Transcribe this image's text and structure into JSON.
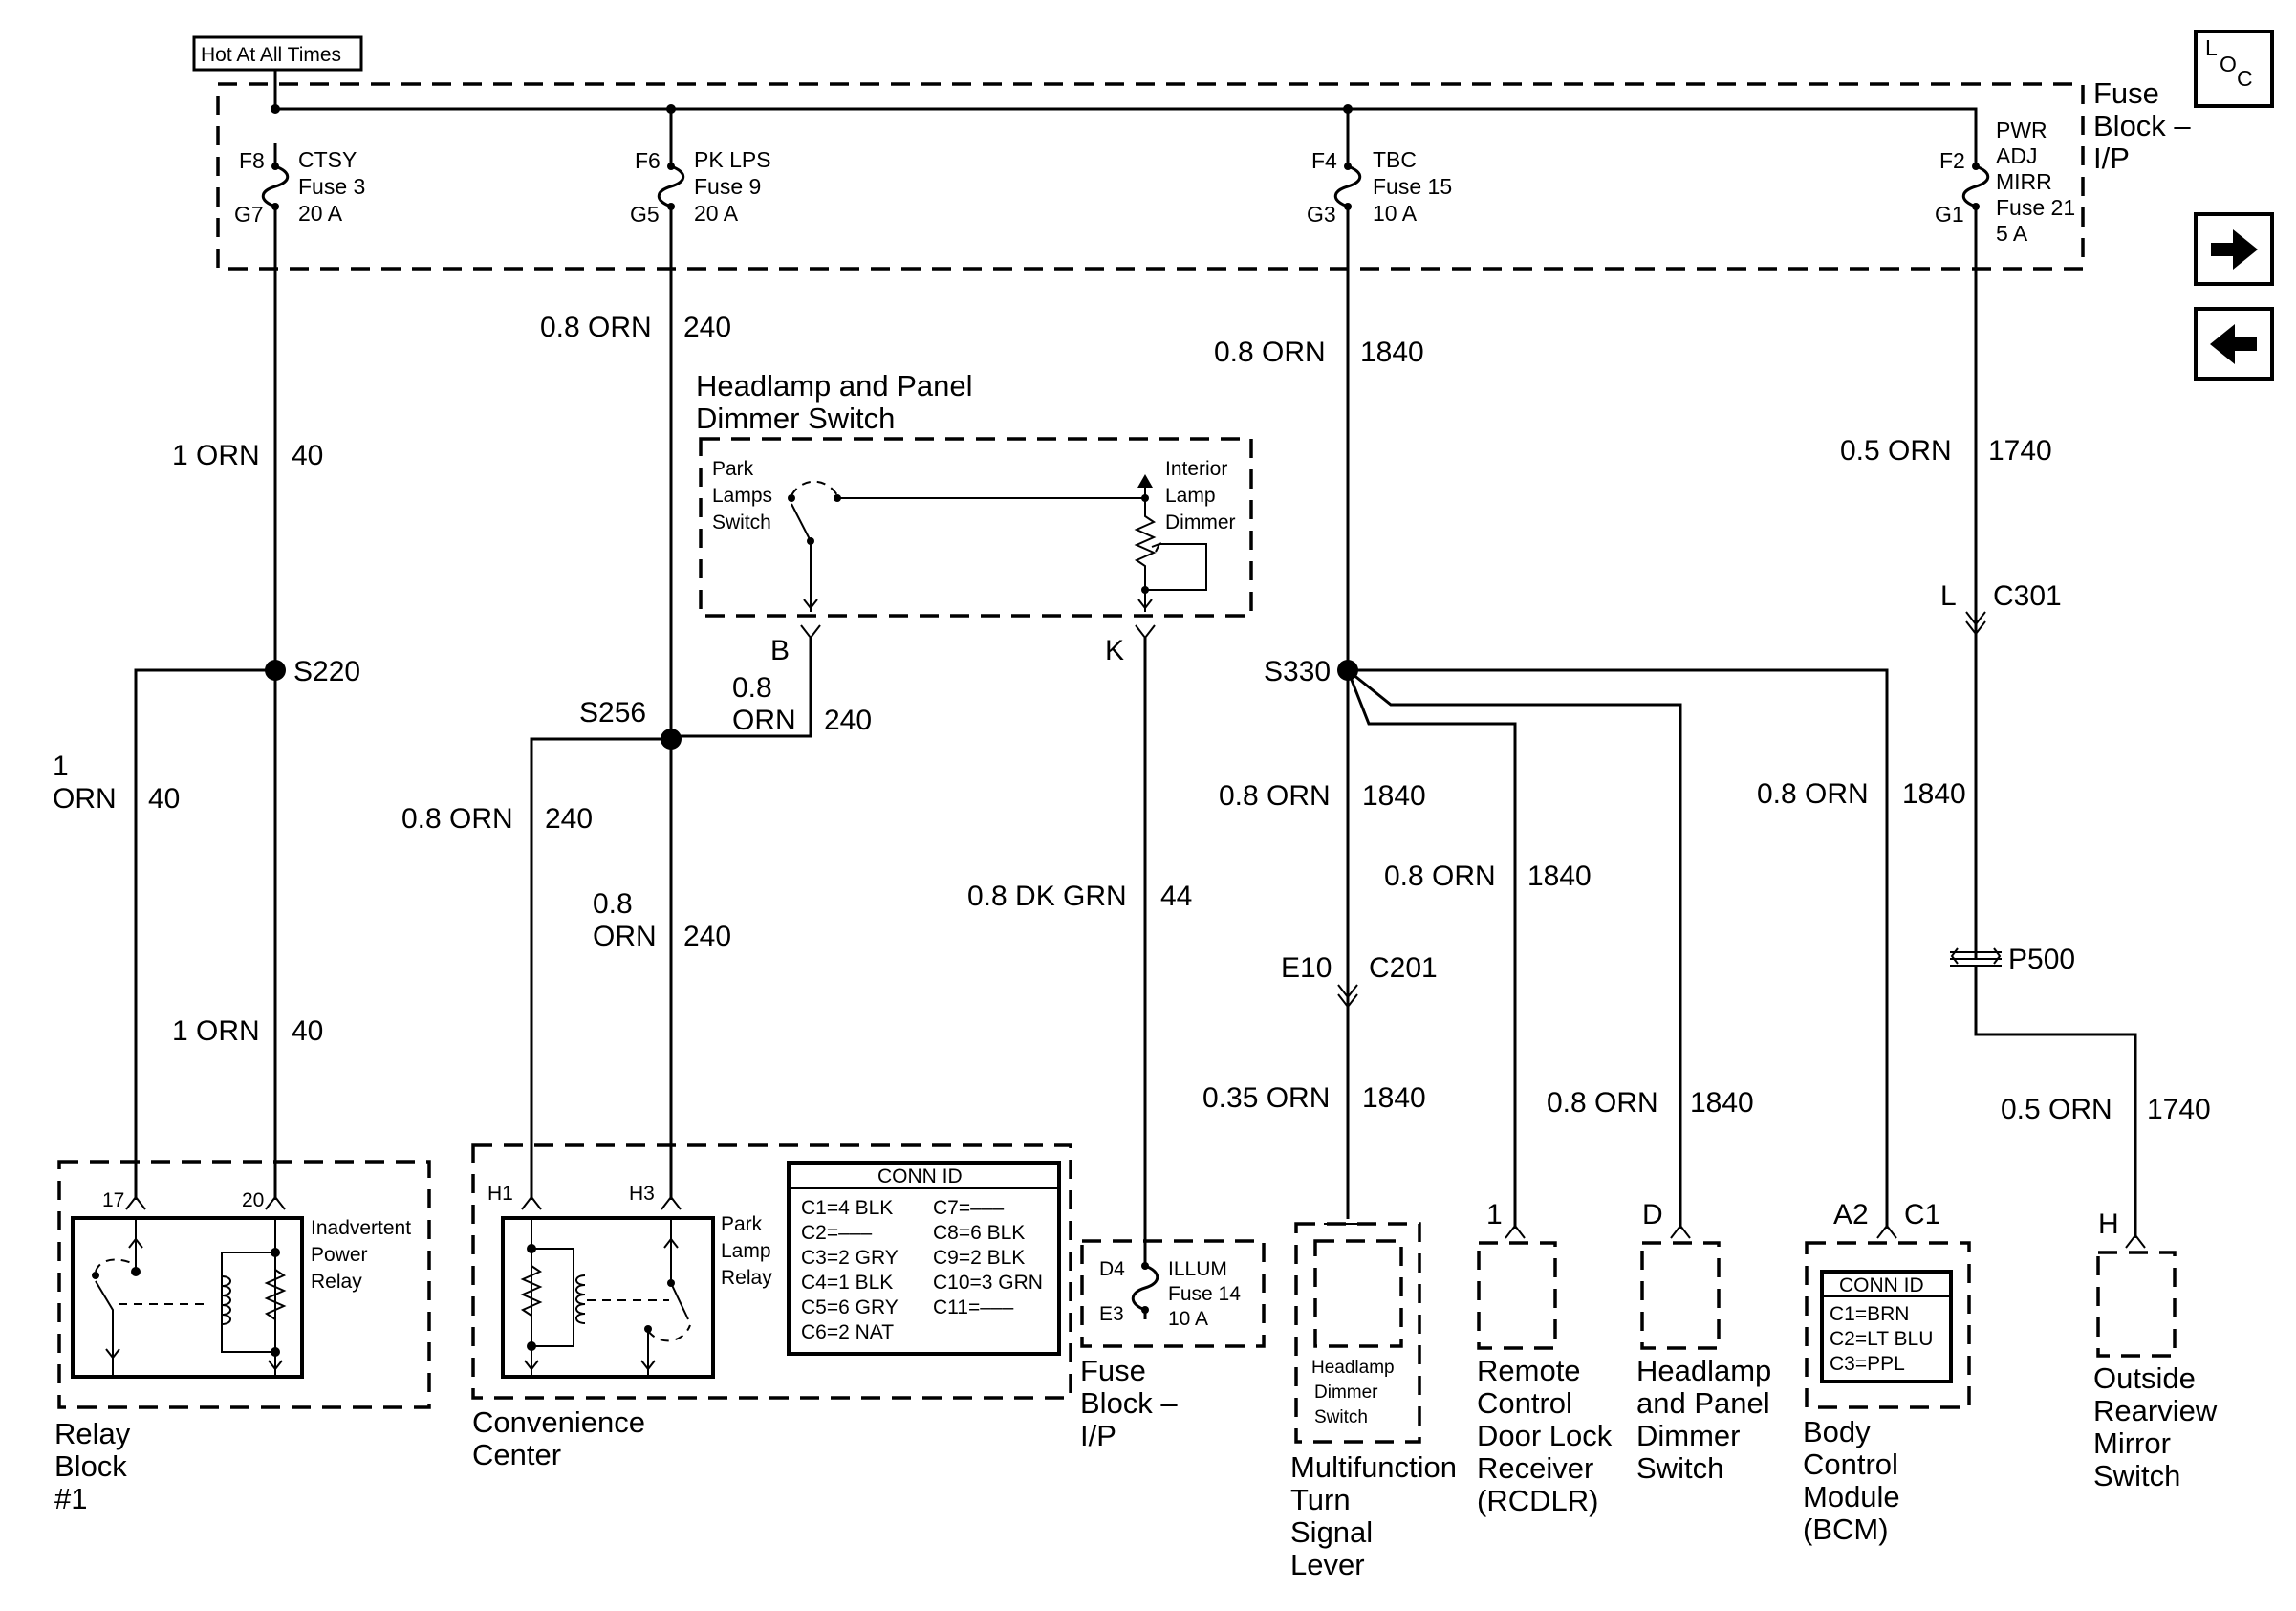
{
  "header": {
    "hot_label": "Hot At All Times",
    "loc_l": "L",
    "loc_o": "O",
    "loc_c": "C",
    "fuse_block": [
      "Fuse",
      "Block –",
      "I/P"
    ]
  },
  "nav": {
    "forward_icon": "arrow-right-icon",
    "back_icon": "arrow-left-icon"
  },
  "fuses": {
    "f8": {
      "in": "F8",
      "out": "G7",
      "lines": [
        "CTSY",
        "Fuse 3",
        "20 A"
      ]
    },
    "f6": {
      "in": "F6",
      "out": "G5",
      "lines": [
        "PK LPS",
        "Fuse 9",
        "20 A"
      ]
    },
    "f4": {
      "in": "F4",
      "out": "G3",
      "lines": [
        "TBC",
        "Fuse 15",
        "10 A"
      ]
    },
    "f2": {
      "in": "F2",
      "out": "G1",
      "lines": [
        "PWR",
        "ADJ",
        "MIRR",
        "Fuse 21",
        "5 A"
      ]
    }
  },
  "wires": {
    "w1_color": "1 ORN",
    "w1_circ": "40",
    "w2_color": "0.8 ORN",
    "w2_circ": "240",
    "w3_color": "0.8 ORN",
    "w3_circ": "1840",
    "w4_color": "0.5 ORN",
    "w4_circ": "1740",
    "w5_color": "1 ORN",
    "w5_circ": "40",
    "w6_line1": "1",
    "w6_line2": "ORN",
    "w6_circ": "40",
    "w7_line1": "0.8",
    "w7_line2": "ORN",
    "w7_circ": "240",
    "w8_color": "0.8 ORN",
    "w8_circ": "240",
    "w9_line1": "0.8",
    "w9_line2": "ORN",
    "w9_circ": "240",
    "w10_color": "0.8 DK GRN",
    "w10_circ": "44",
    "w11_color": "0.8 ORN",
    "w11_circ": "1840",
    "w12_color": "0.8 ORN",
    "w12_circ": "1840",
    "w13_color": "0.8 ORN",
    "w13_circ": "1840",
    "w14_color": "0.35 ORN",
    "w14_circ": "1840",
    "w15_color": "0.8 ORN",
    "w15_circ": "1840",
    "w16_color": "0.5 ORN",
    "w16_circ": "1740"
  },
  "splices": {
    "s220": "S220",
    "s256": "S256",
    "s330": "S330"
  },
  "connectors": {
    "l": "L",
    "c301": "C301",
    "e10": "E10",
    "c201": "C201",
    "p500": "P500",
    "b": "B",
    "k": "K"
  },
  "switch": {
    "title": [
      "Headlamp and Panel",
      "Dimmer Switch"
    ],
    "park": [
      "Park",
      "Lamps",
      "Switch"
    ],
    "interior": [
      "Interior",
      "Lamp",
      "Dimmer"
    ]
  },
  "relay_block": {
    "pin17": "17",
    "pin20": "20",
    "relay": [
      "Inadvertent",
      "Power",
      "Relay"
    ],
    "name": [
      "Relay",
      "Block",
      "#1"
    ]
  },
  "convenience": {
    "h1": "H1",
    "h3": "H3",
    "relay": [
      "Park",
      "Lamp",
      "Relay"
    ],
    "name": [
      "Convenience",
      "Center"
    ],
    "conn_title": "CONN ID",
    "conn_left": [
      "C1=4 BLK",
      "C2=–––",
      "C3=2 GRY",
      "C4=1 BLK",
      "C5=6 GRY",
      "C6=2 NAT"
    ],
    "conn_right": [
      "C7=–––",
      "C8=6 BLK",
      "C9=2 BLK",
      "C10=3 GRN",
      "C11=–––"
    ]
  },
  "fuse14": {
    "d4": "D4",
    "e3": "E3",
    "lines": [
      "ILLUM",
      "Fuse 14",
      "10 A"
    ],
    "name": [
      "Fuse",
      "Block –",
      "I/P"
    ]
  },
  "multifunction": {
    "inner": [
      "Headlamp",
      "Dimmer",
      "Switch"
    ],
    "name": [
      "Multifunction",
      "Turn",
      "Signal",
      "Lever"
    ]
  },
  "rcdlr": {
    "pin": "1",
    "name": [
      "Remote",
      "Control",
      "Door Lock",
      "Receiver",
      "(RCDLR)"
    ]
  },
  "hpds": {
    "pin": "D",
    "name": [
      "Headlamp",
      "and Panel",
      "Dimmer",
      "Switch"
    ]
  },
  "bcm": {
    "pin_a2": "A2",
    "pin_c1": "C1",
    "conn_title": "CONN ID",
    "conn": [
      "C1=BRN",
      "C2=LT BLU",
      "C3=PPL"
    ],
    "name": [
      "Body",
      "Control",
      "Module",
      "(BCM)"
    ]
  },
  "mirror": {
    "pin": "H",
    "name": [
      "Outside",
      "Rearview",
      "Mirror",
      "Switch"
    ]
  }
}
